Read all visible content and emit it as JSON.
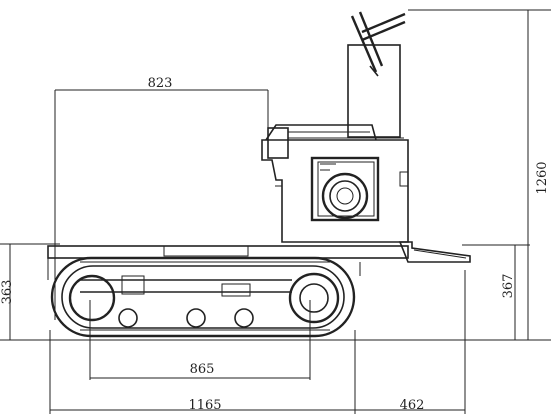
{
  "dimensions": {
    "top_length": "823",
    "overall_height": "1260",
    "left_height": "363",
    "right_height": "367",
    "track_center": "865",
    "overall_length": "1165",
    "extension": "462"
  }
}
